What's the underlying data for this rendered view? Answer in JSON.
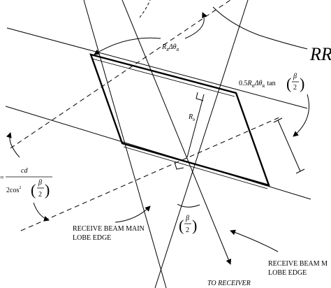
{
  "labels": {
    "rr": "RR",
    "range_res": {
      "a": "R",
      "sub_r": "R",
      "b": "Δθ",
      "sub_r2": "R"
    },
    "rb": {
      "a": "R",
      "sub": "b"
    },
    "half_formula": {
      "coef": "0.5",
      "a": "R",
      "sub_r": "R",
      "b": "Δθ",
      "sub_r2": "R",
      "fn": "tan",
      "num": "β",
      "den": "2"
    },
    "cd_formula": {
      "lead": "=",
      "num": "cd",
      "den_a": "2cos",
      "sup": "2",
      "den_num": "β",
      "den_den": "2"
    },
    "beta_half": {
      "num": "β",
      "den": "2"
    },
    "receive_left": [
      "RECEIVE BEAM  MAIN",
      "LOBE EDGE"
    ],
    "receive_right": [
      "RECEIVE BEAM M",
      "LOBE EDGE"
    ],
    "to_receiver": "TO RECEIVER"
  }
}
